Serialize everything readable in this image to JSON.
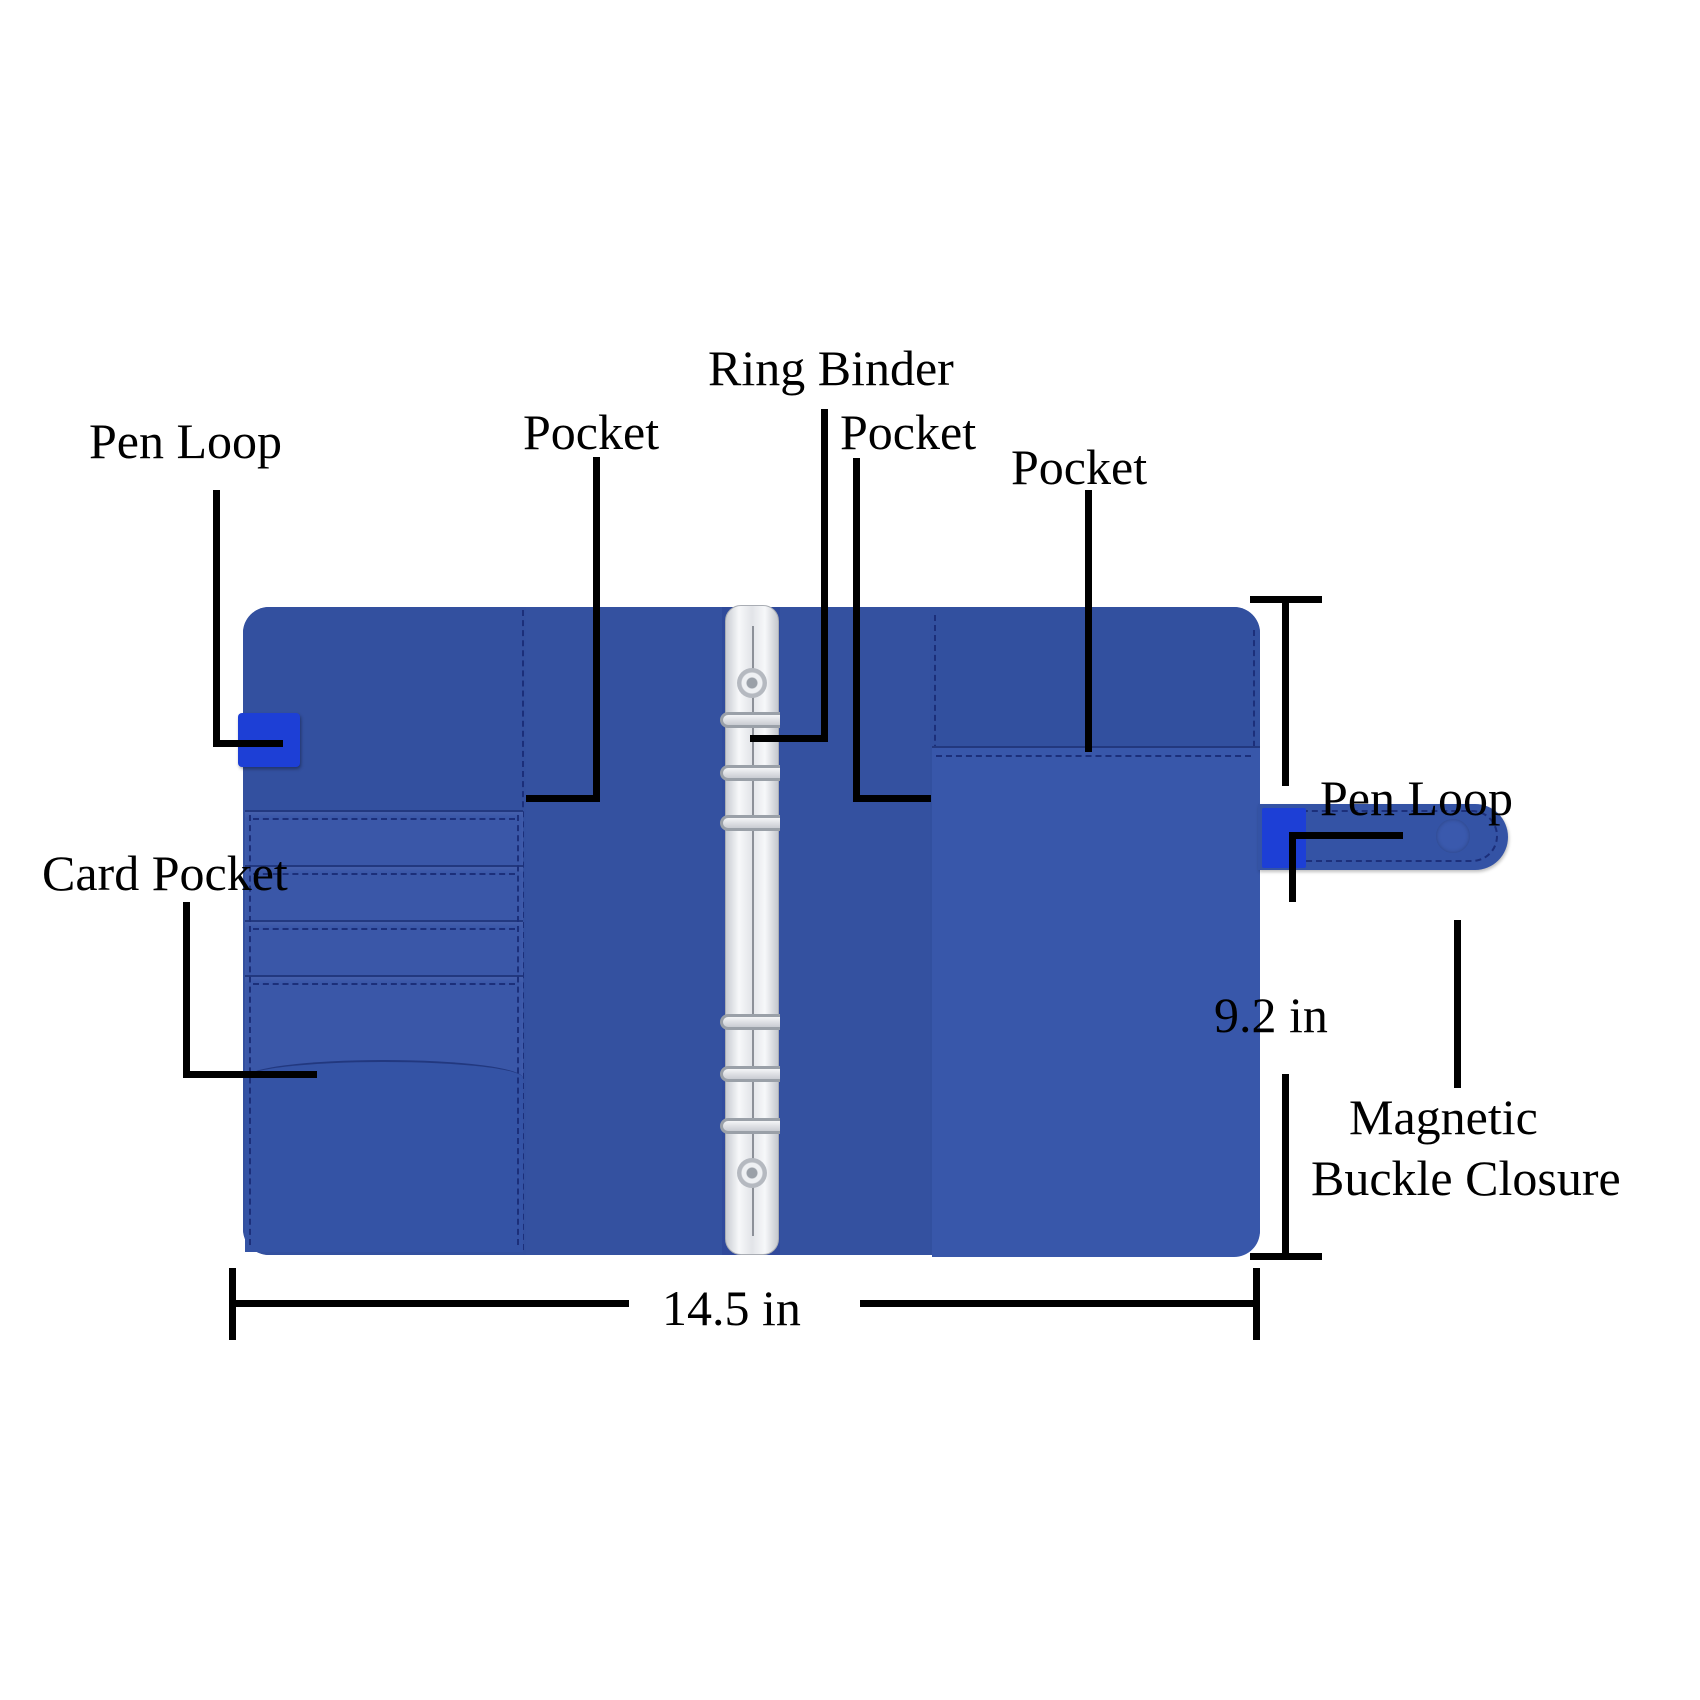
{
  "diagram": {
    "subject": "A5 ring binder planner, open view",
    "colors": {
      "cover": "#2f4a9a",
      "cover_light": "#3a57a8",
      "stitching": "#1c2f7a",
      "pen_loop": "#1d3fd6",
      "binder_metal": "#e6e8ec",
      "callout_line": "#000000",
      "background": "#ffffff"
    },
    "labels": {
      "pen_loop_left": "Pen Loop",
      "pocket_left": "Pocket",
      "ring_binder": "Ring Binder",
      "pocket_center": "Pocket",
      "pocket_right": "Pocket",
      "card_pocket": "Card Pocket",
      "pen_loop_right": "Pen Loop",
      "magnetic_line1": "Magnetic",
      "magnetic_line2": "Buckle Closure"
    },
    "dimensions": {
      "width": "14.5 in",
      "height": "9.2 in"
    },
    "binder": {
      "ring_count": 6
    },
    "card_pocket": {
      "slot_count": 4
    }
  }
}
